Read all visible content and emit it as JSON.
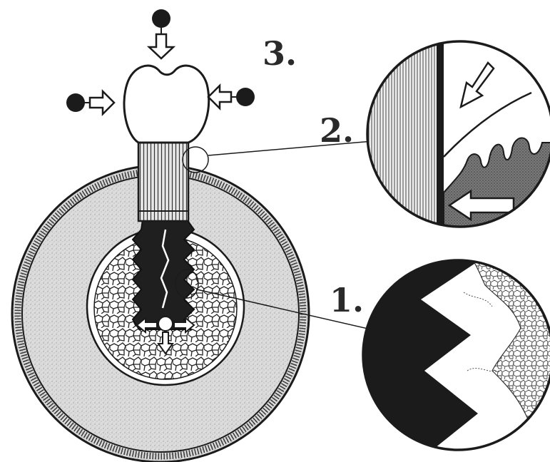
{
  "labels": {
    "one": "1.",
    "two": "2.",
    "three": "3."
  },
  "colors": {
    "ink": "#1b1b1b",
    "tissue": "#d9d9d9",
    "background": "#ffffff"
  }
}
